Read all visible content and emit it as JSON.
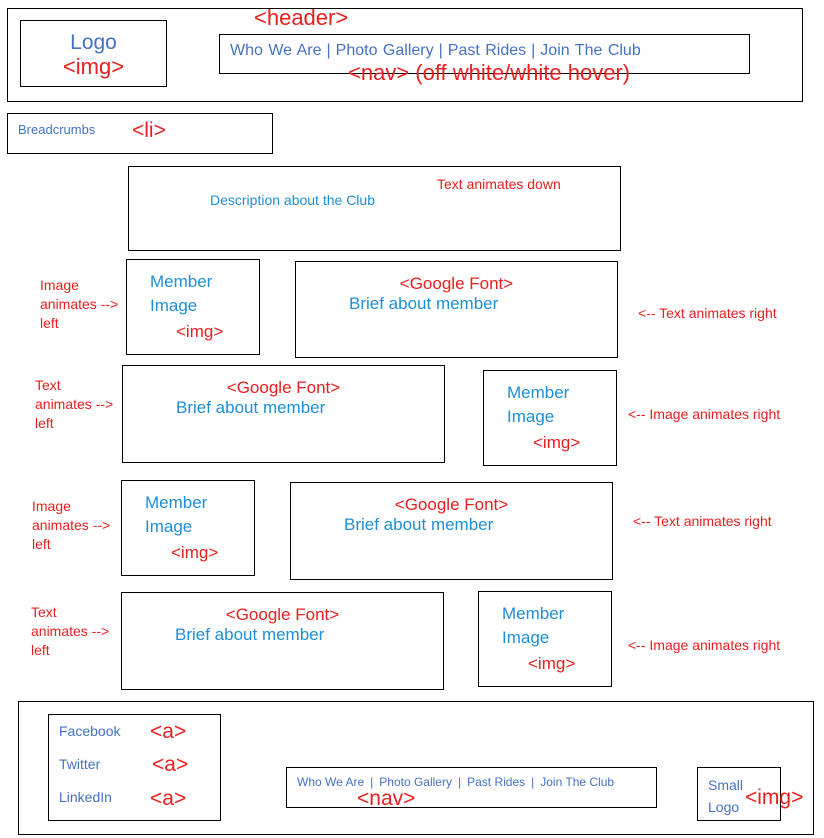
{
  "header": {
    "label": "<header>",
    "logo": {
      "text": "Logo",
      "tag": "<img>"
    },
    "nav": {
      "items": [
        "Who We Are",
        "Photo Gallery",
        "Past Rides",
        "Join The Club"
      ],
      "separator": "|",
      "label": "<nav> (off white/white hover)"
    }
  },
  "breadcrumbs": {
    "text": "Breadcrumbs",
    "tag": "<li>"
  },
  "description": {
    "text": "Description about the Club",
    "note": "Text animates down"
  },
  "rows": [
    {
      "left_note": [
        "Image",
        "animates -->",
        "left"
      ],
      "member_image": [
        "Member",
        "Image"
      ],
      "image_tag": "<img>",
      "font_tag": "<Google Font>",
      "brief": "Brief about member",
      "right_note": "<-- Text animates right"
    },
    {
      "left_note": [
        "Text",
        "animates -->",
        "left"
      ],
      "member_image": [
        "Member",
        "Image"
      ],
      "image_tag": "<img>",
      "font_tag": "<Google Font>",
      "brief": "Brief about member",
      "right_note": "<-- Image animates right"
    },
    {
      "left_note": [
        "Image",
        "animates -->",
        "left"
      ],
      "member_image": [
        "Member",
        "Image"
      ],
      "image_tag": "<img>",
      "font_tag": "<Google Font>",
      "brief": "Brief about member",
      "right_note": "<-- Text animates right"
    },
    {
      "left_note": [
        "Text",
        "animates -->",
        "left"
      ],
      "member_image": [
        "Member",
        "Image"
      ],
      "image_tag": "<img>",
      "font_tag": "<Google Font>",
      "brief": "Brief about member",
      "right_note": "<-- Image animates right"
    }
  ],
  "footer": {
    "social": [
      {
        "text": "Facebook",
        "tag": "<a>"
      },
      {
        "text": "Twitter",
        "tag": "<a>"
      },
      {
        "text": "LinkedIn",
        "tag": "<a>"
      }
    ],
    "nav": {
      "items": [
        "Who We Are",
        "Photo Gallery",
        "Past Rides",
        "Join The Club"
      ],
      "separator": "|",
      "label": "<nav>"
    },
    "small_logo": {
      "lines": [
        "Small",
        "Logo"
      ],
      "tag": "<img>"
    }
  },
  "colors": {
    "annotation": "#e8201e",
    "label_blue": "#4472c4",
    "text_cyan": "#1e8fd6",
    "border": "#000000"
  }
}
